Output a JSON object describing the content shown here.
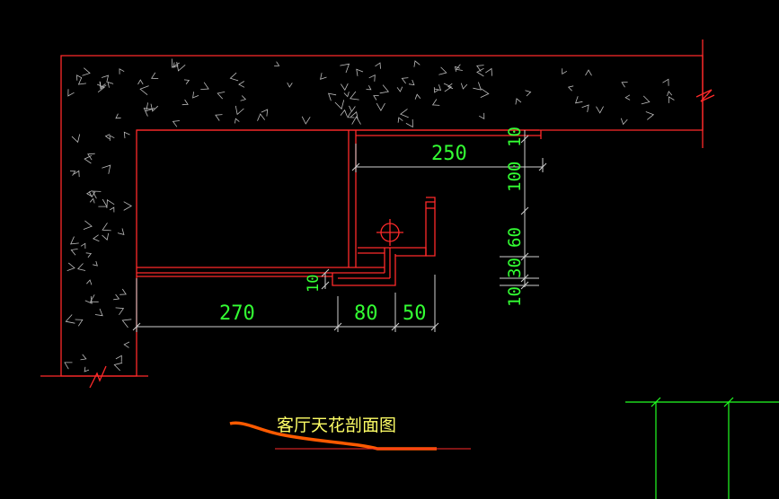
{
  "title": "客厅天花剖面图",
  "colors": {
    "background": "#000000",
    "structure": "#ff2a2a",
    "dimension_text": "#33ff33",
    "dimension_line": "#d0d0d0",
    "title_text": "#ffff66",
    "title_underline": "#ff5a00",
    "grid_lines": "#22ff22",
    "concrete_hatch": "#bdbdbd"
  },
  "dimensions": {
    "horizontal_top": "250",
    "bottom_a": "270",
    "bottom_b": "80",
    "bottom_c": "50",
    "small_left": "10",
    "vertical_10_top": "10",
    "vertical_100": "100",
    "vertical_60": "60",
    "vertical_30": "30",
    "vertical_10_bottom": "10"
  }
}
